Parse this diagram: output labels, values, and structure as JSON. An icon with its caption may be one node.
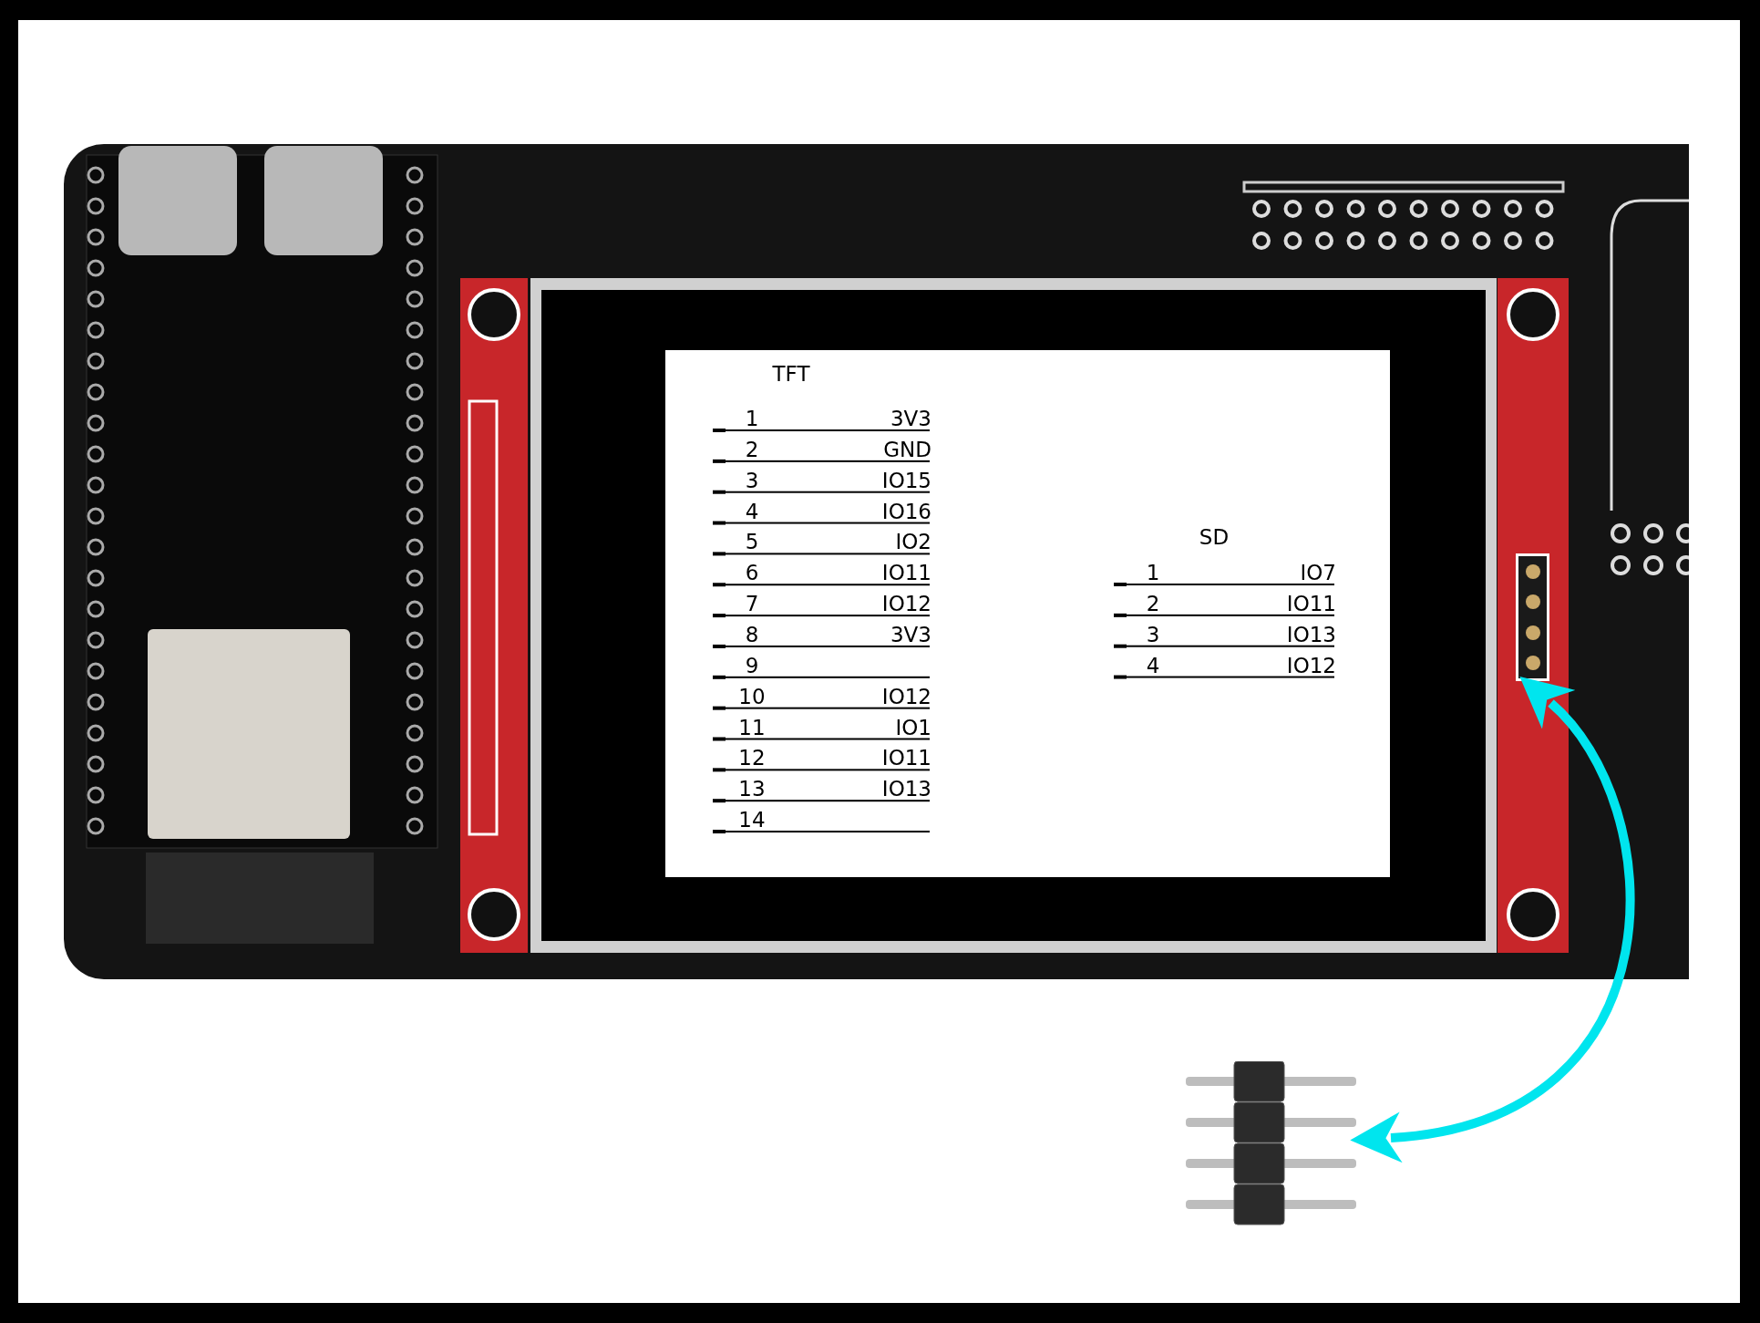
{
  "diagram": {
    "nodes": [
      {
        "text": [],
        "shape": "picture"
      },
      {
        "text": [],
        "shape": "picture",
        "in": 0
      },
      {
        "text": [],
        "shape": "picture"
      }
    ],
    "edges": [
      {
        "from": 2,
        "to": 1,
        "arrow": "both",
        "color": "#00e5ee"
      }
    ],
    "labels": [
      "TFT",
      "1",
      "3V3",
      "2",
      "GND",
      "3",
      "IO15",
      "4",
      "IO16",
      "5",
      "IO2",
      "6",
      "IO11",
      "7",
      "IO12",
      "8",
      "3V3",
      "9",
      "10",
      "IO12",
      "11",
      "IO1",
      "12",
      "IO11",
      "13",
      "IO13",
      "14",
      "SD",
      "1",
      "IO7",
      "2",
      "IO11",
      "3",
      "IO13",
      "4",
      "IO12"
    ]
  }
}
